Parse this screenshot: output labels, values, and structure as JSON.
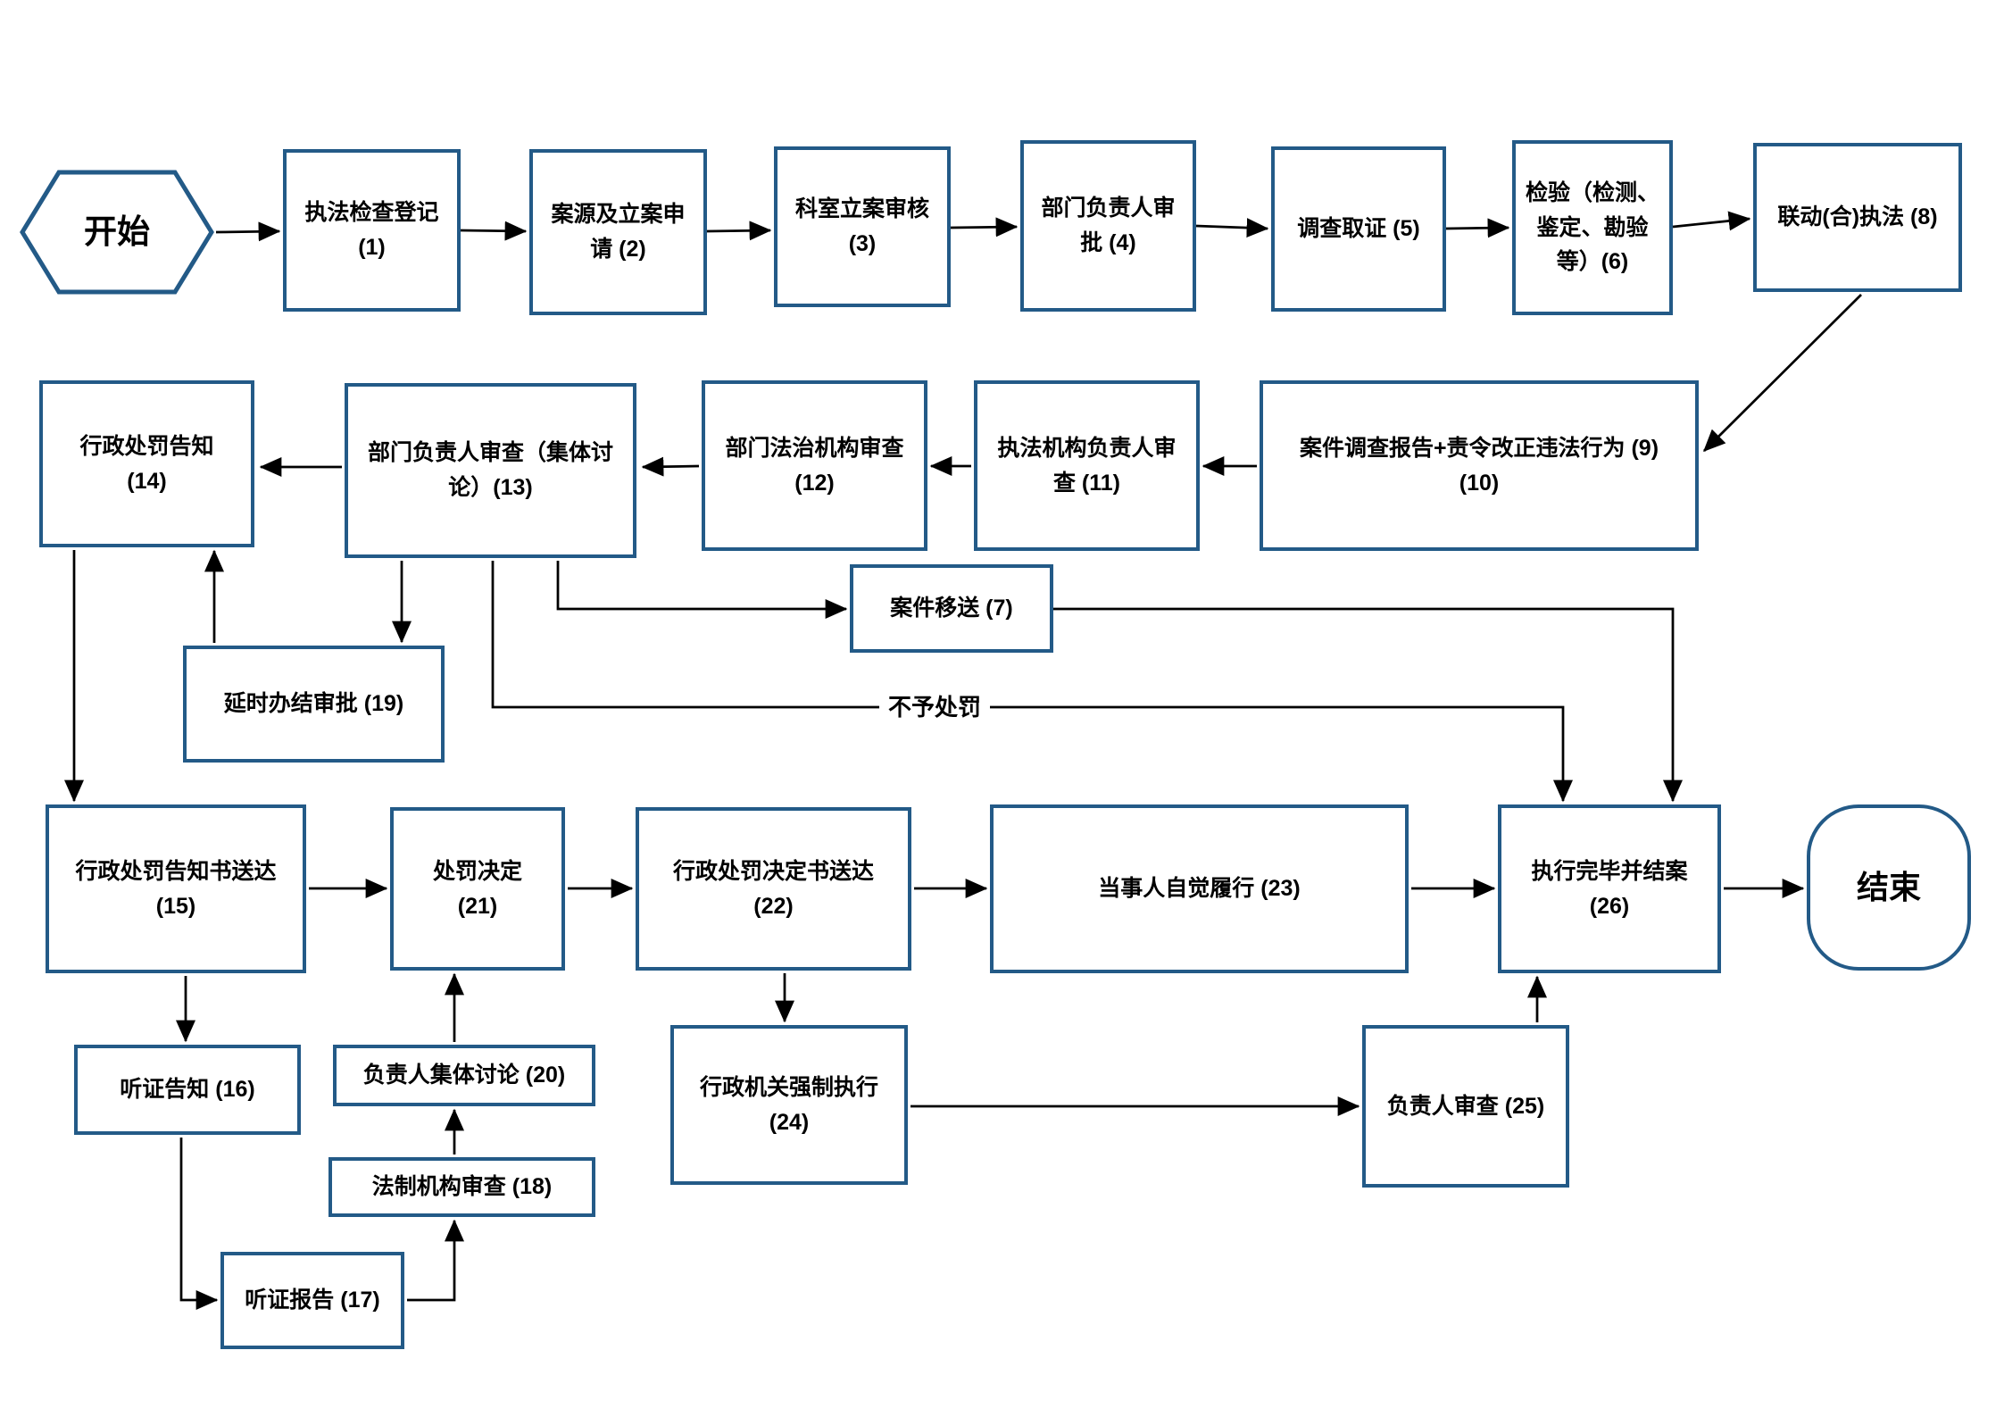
{
  "colors": {
    "border": "#235a87",
    "line": "#000000",
    "text": "#000000",
    "bg": "#ffffff"
  },
  "flowchart": {
    "nodes": {
      "start": "开始",
      "n1": "执法检查登记\n(1)",
      "n2": "案源及立案申\n请 (2)",
      "n3": "科室立案审核\n(3)",
      "n4": "部门负责人审\n批 (4)",
      "n5": "调查取证 (5)",
      "n6": "检验（检测、\n鉴定、勘验\n等）(6)",
      "n8": "联动(合)执法 (8)",
      "n9": "案件调查报告+责令改正违法行为 (9)\n(10)",
      "n11": "执法机构负责人审\n查 (11)",
      "n12": "部门法治机构审查\n(12)",
      "n13": "部门负责人审查（集体讨\n论）(13)",
      "n14": "行政处罚告知\n(14)",
      "n7": "案件移送 (7)",
      "n19": "延时办结审批 (19)",
      "n15": "行政处罚告知书送达\n(15)",
      "n21": "处罚决定\n(21)",
      "n22": "行政处罚决定书送达\n(22)",
      "n23": "当事人自觉履行 (23)",
      "n26": "执行完毕并结案\n(26)",
      "end": "结束",
      "n16": "听证告知 (16)",
      "n20": "负责人集体讨论 (20)",
      "n18": "法制机构审查 (18)",
      "n17": "听证报告 (17)",
      "n24": "行政机关强制执行\n(24)",
      "n25": "负责人审查 (25)"
    },
    "labels": {
      "no_penalty": "不予处罚"
    },
    "edges": [
      {
        "from": "start",
        "to": "n1"
      },
      {
        "from": "n1",
        "to": "n2"
      },
      {
        "from": "n2",
        "to": "n3"
      },
      {
        "from": "n3",
        "to": "n4"
      },
      {
        "from": "n4",
        "to": "n5"
      },
      {
        "from": "n5",
        "to": "n6"
      },
      {
        "from": "n6",
        "to": "n8"
      },
      {
        "from": "n8",
        "to": "n9"
      },
      {
        "from": "n9",
        "to": "n11"
      },
      {
        "from": "n11",
        "to": "n12"
      },
      {
        "from": "n12",
        "to": "n13"
      },
      {
        "from": "n13",
        "to": "n14"
      },
      {
        "from": "n13",
        "to": "n19"
      },
      {
        "from": "n19",
        "to": "n14"
      },
      {
        "from": "n13",
        "to": "n7"
      },
      {
        "from": "n13",
        "to": "n26",
        "label": "不予处罚"
      },
      {
        "from": "n7",
        "to": "n26"
      },
      {
        "from": "n14",
        "to": "n15"
      },
      {
        "from": "n15",
        "to": "n21"
      },
      {
        "from": "n21",
        "to": "n22"
      },
      {
        "from": "n22",
        "to": "n23"
      },
      {
        "from": "n23",
        "to": "n26"
      },
      {
        "from": "n26",
        "to": "end"
      },
      {
        "from": "n15",
        "to": "n16"
      },
      {
        "from": "n16",
        "to": "n17"
      },
      {
        "from": "n17",
        "to": "n18"
      },
      {
        "from": "n18",
        "to": "n20"
      },
      {
        "from": "n20",
        "to": "n21"
      },
      {
        "from": "n22",
        "to": "n24"
      },
      {
        "from": "n24",
        "to": "n25"
      },
      {
        "from": "n25",
        "to": "n26"
      }
    ]
  }
}
